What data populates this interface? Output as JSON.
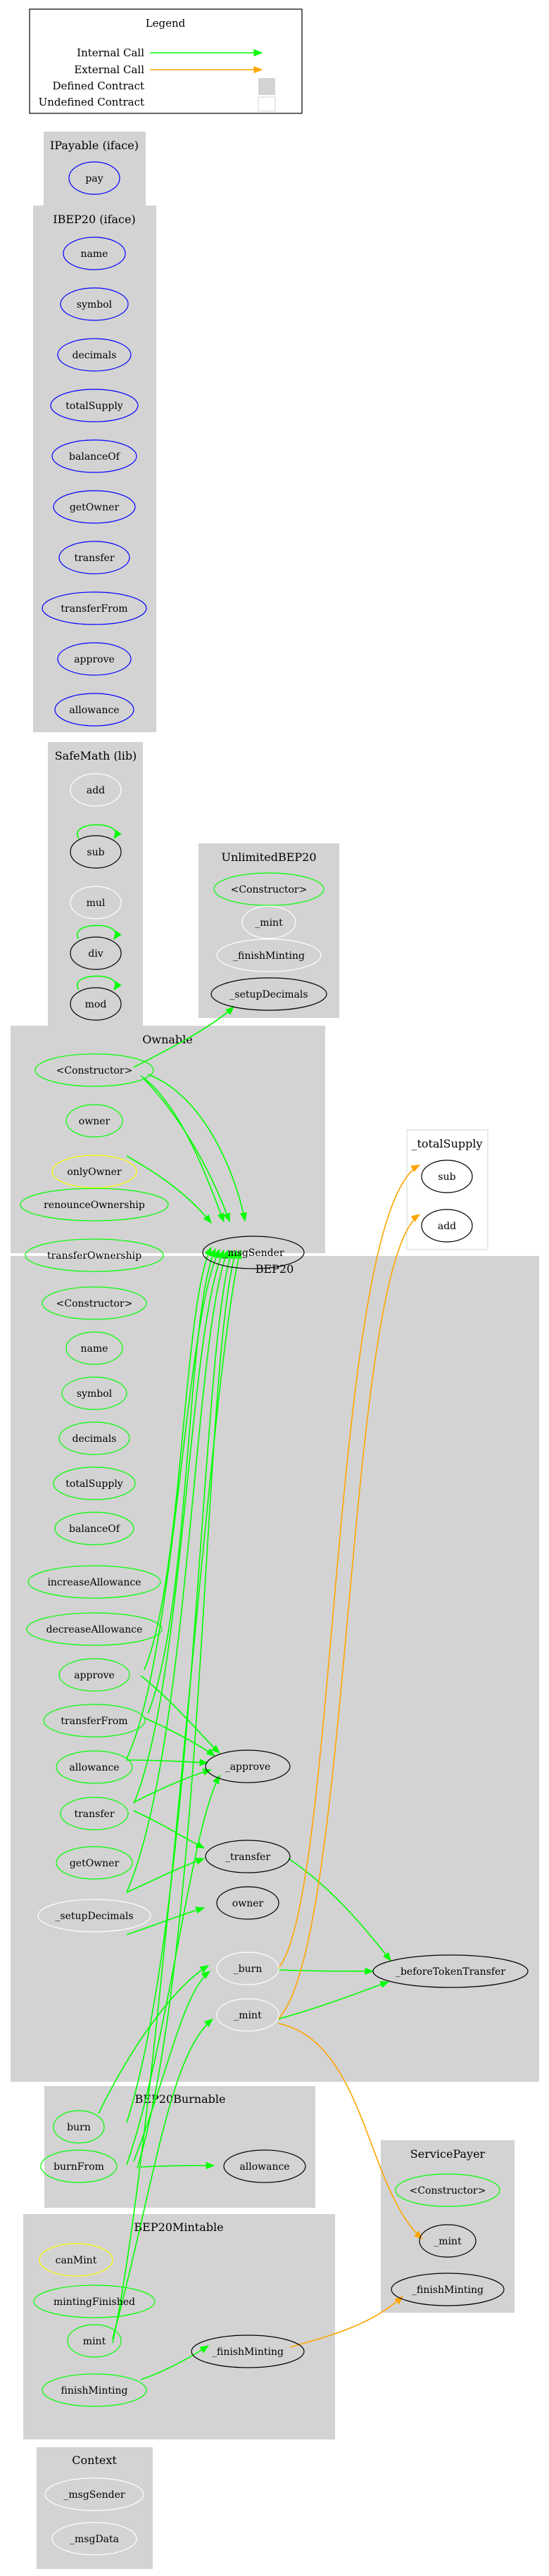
{
  "legend": {
    "title": "Legend",
    "internal_call": "Internal Call",
    "external_call": "External Call",
    "defined_contract": "Defined Contract",
    "undefined_contract": "Undefined Contract",
    "colors": {
      "internal": "#00ff00",
      "external": "#ffa500",
      "cluster_fill": "#d3d3d3",
      "public_outline": "#00ff00",
      "modifier_outline": "#ffff00",
      "interface_outline": "#0000ff",
      "internal_outline": "#000000",
      "plain_outline": "#ffffff"
    }
  },
  "clusters": {
    "ipayable": "IPayable  (iface)",
    "ibep20": "IBEP20  (iface)",
    "safemath": "SafeMath  (lib)",
    "unlimited": "UnlimitedBEP20",
    "ownable": "Ownable",
    "totalsupply": "_totalSupply",
    "bep20": "BEP20",
    "burnable": "BEP20Burnable",
    "servicepayer": "ServicePayer",
    "mintable": "BEP20Mintable",
    "context": "Context"
  },
  "nodes": {
    "ipayable_pay": "pay",
    "ibep20_name": "name",
    "ibep20_symbol": "symbol",
    "ibep20_decimals": "decimals",
    "ibep20_totalsupply": "totalSupply",
    "ibep20_balanceof": "balanceOf",
    "ibep20_getowner": "getOwner",
    "ibep20_transfer": "transfer",
    "ibep20_transferfrom": "transferFrom",
    "ibep20_approve": "approve",
    "ibep20_allowance": "allowance",
    "safemath_add": "add",
    "safemath_sub": "sub",
    "safemath_mul": "mul",
    "safemath_div": "div",
    "safemath_mod": "mod",
    "unlimited_constructor": "<Constructor>",
    "unlimited_mint": "_mint",
    "unlimited_finishminting": "_finishMinting",
    "unlimited_setupdecimals": "_setupDecimals",
    "ownable_constructor": "<Constructor>",
    "ownable_owner": "owner",
    "ownable_onlyowner": "onlyOwner",
    "ownable_renounce": "renounceOwnership",
    "ownable_transferownership": "transferOwnership",
    "ownable_msgsender": "_msgSender",
    "totalsupply_sub": "sub",
    "totalsupply_add": "add",
    "bep20_constructor": "<Constructor>",
    "bep20_name": "name",
    "bep20_symbol": "symbol",
    "bep20_decimals": "decimals",
    "bep20_totalsupply": "totalSupply",
    "bep20_balanceof": "balanceOf",
    "bep20_increaseallowance": "increaseAllowance",
    "bep20_decreaseallowance": "decreaseAllowance",
    "bep20_approve": "approve",
    "bep20_transferfrom": "transferFrom",
    "bep20_allowance": "allowance",
    "bep20_transfer": "transfer",
    "bep20_getowner": "getOwner",
    "bep20_setupdecimals": "_setupDecimals",
    "bep20_approve_int": "_approve",
    "bep20_transfer_int": "_transfer",
    "bep20_owner": "owner",
    "bep20_burn_int": "_burn",
    "bep20_mint_int": "_mint",
    "bep20_beforetokentransfer": "_beforeTokenTransfer",
    "burnable_burn": "burn",
    "burnable_burnfrom": "burnFrom",
    "burnable_allowance": "allowance",
    "servicepayer_constructor": "<Constructor>",
    "servicepayer_mint": "_mint",
    "servicepayer_finishminting": "_finishMinting",
    "mintable_canmint": "canMint",
    "mintable_mintingfinished": "mintingFinished",
    "mintable_mint": "mint",
    "mintable_finishminting": "finishMinting",
    "mintable_finishminting_int": "_finishMinting",
    "context_msgsender": "_msgSender",
    "context_msgdata": "_msgData"
  }
}
